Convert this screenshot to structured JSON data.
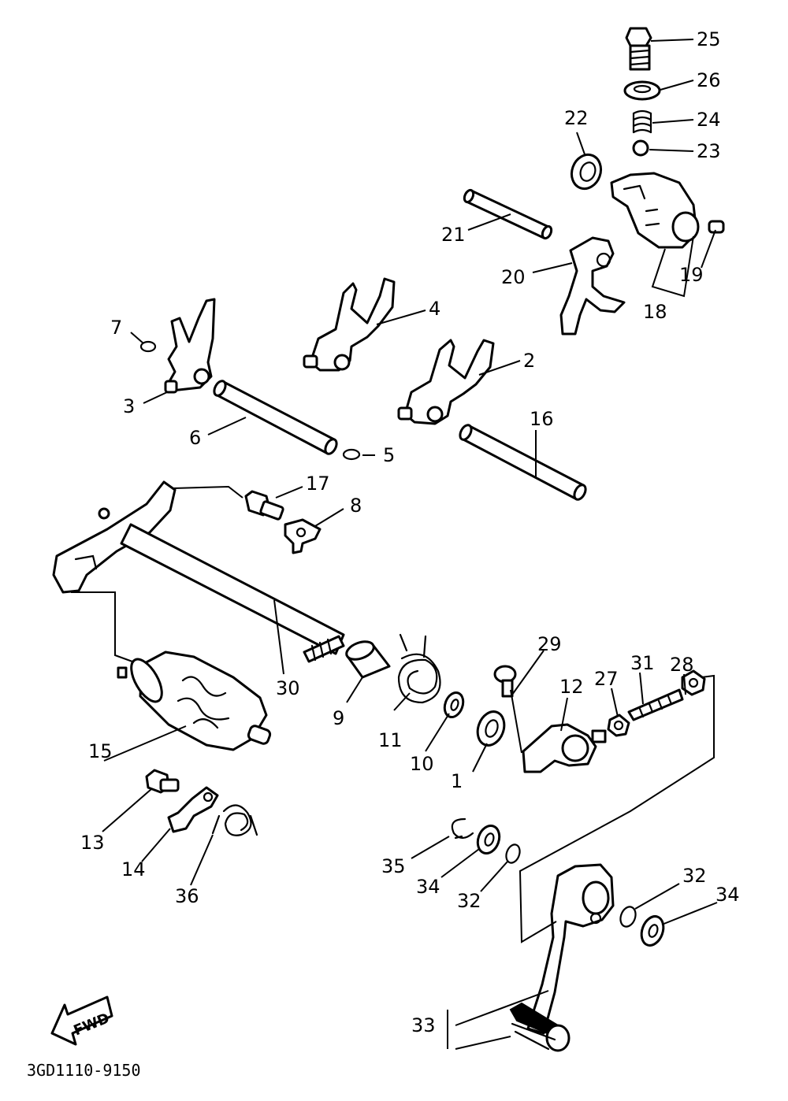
{
  "diagram": {
    "drawing_code": "3GD1110-9150",
    "direction_marker": "FWD",
    "callouts": [
      "25",
      "26",
      "24",
      "23",
      "22",
      "21",
      "20",
      "19",
      "18",
      "7",
      "4",
      "2",
      "3",
      "6",
      "5",
      "16",
      "17",
      "8",
      "30",
      "28",
      "29",
      "31",
      "27",
      "12",
      "9",
      "11",
      "10",
      "1",
      "15",
      "13",
      "14",
      "36",
      "35",
      "34",
      "32",
      "33"
    ]
  }
}
